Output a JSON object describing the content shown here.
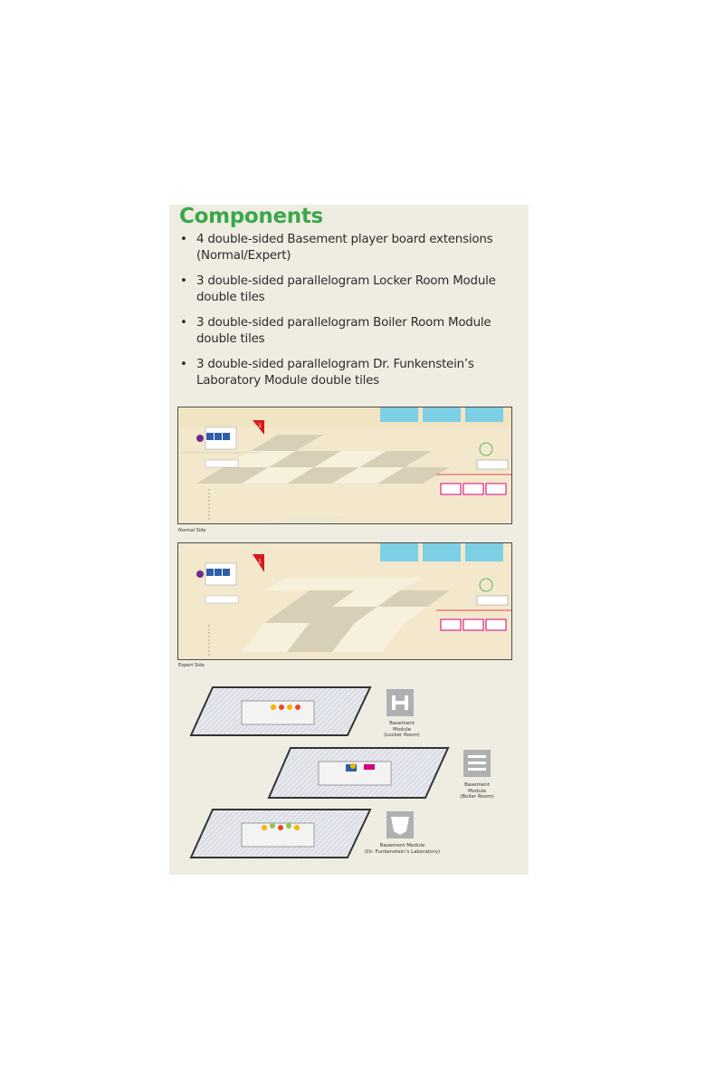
{
  "title": "Components",
  "items": [
    "4 double-sided Basement player board extensions (Normal/Expert)",
    "3 double-sided parallelogram Locker Room Module double tiles",
    "3 double-sided parallelogram Boiler Room Module double tiles",
    "3 double-sided parallelogram Dr. Funkenstein’s Laboratory Module double tiles"
  ],
  "boards": {
    "normal_caption": "Normal Side",
    "expert_caption": "Expert Side",
    "badge_text": "-1"
  },
  "modules": {
    "locker": {
      "line1": "Basement",
      "line2": "Module",
      "line3": "(Locker Room)",
      "icon": "locker-room-icon"
    },
    "boiler": {
      "line1": "Basement",
      "line2": "Module",
      "line3": "(Boiler Room)",
      "icon": "boiler-room-icon"
    },
    "lab": {
      "line1": "Basement Module",
      "line2": "(Dr. Funkenstein’s Laboratory)",
      "icon": "laboratory-icon"
    }
  },
  "colors": {
    "title_green": "#3aa84a",
    "panel_bg": "#efede1",
    "board_bg": "#f2e6c8",
    "accent_red": "#d71920",
    "tile_blue": "#6ec6de"
  }
}
